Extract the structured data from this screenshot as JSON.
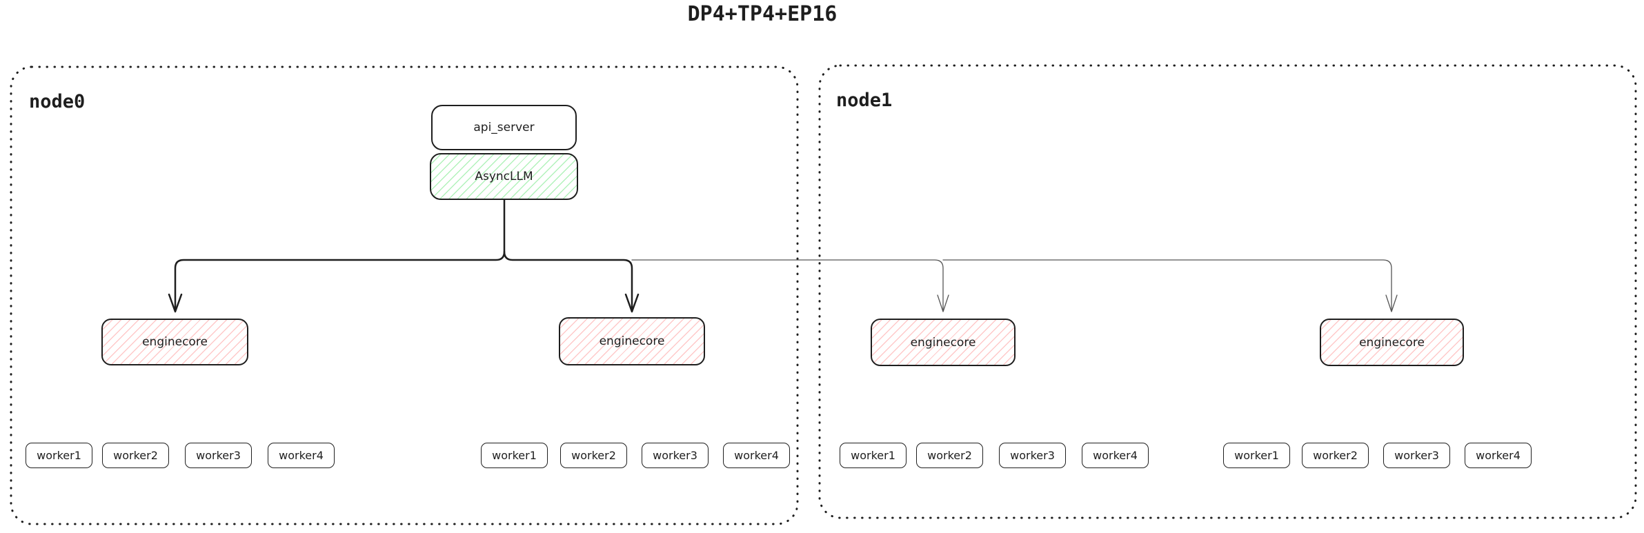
{
  "title": "DP4+TP4+EP16",
  "colors": {
    "stroke": "#1e1e1e",
    "green_hatch": "#b2f2bb",
    "red_hatch": "#ffc9c9",
    "thin_connector": "#555555",
    "background": "#ffffff"
  },
  "nodes": [
    {
      "label": "node0",
      "api_server_label": "api_server",
      "asyncllm_label": "AsyncLLM",
      "enginecore_groups": [
        {
          "label": "enginecore",
          "workers": [
            "worker1",
            "worker2",
            "worker3",
            "worker4"
          ]
        },
        {
          "label": "enginecore",
          "workers": [
            "worker1",
            "worker2",
            "worker3",
            "worker4"
          ]
        }
      ]
    },
    {
      "label": "node1",
      "enginecore_groups": [
        {
          "label": "enginecore",
          "workers": [
            "worker1",
            "worker2",
            "worker3",
            "worker4"
          ]
        },
        {
          "label": "enginecore",
          "workers": [
            "worker1",
            "worker2",
            "worker3",
            "worker4"
          ]
        }
      ]
    }
  ]
}
